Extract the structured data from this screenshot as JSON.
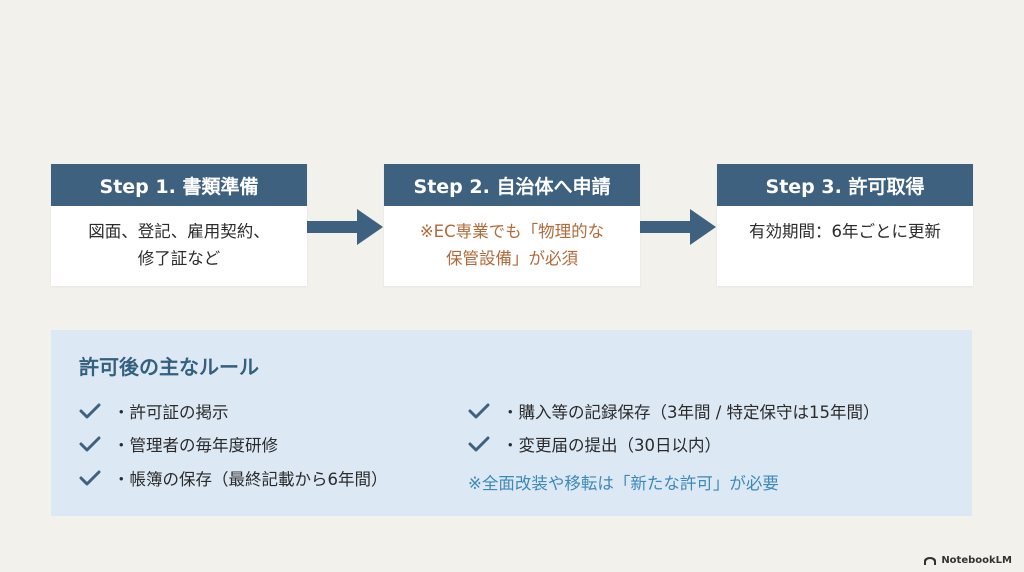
{
  "steps": [
    {
      "title": "Step 1. 書類準備",
      "lines": [
        "図面、登記、雇用契約、",
        "修了証など"
      ]
    },
    {
      "title": "Step 2. 自治体へ申請",
      "lines": [
        "※EC専業でも「物理的な",
        "保管設備」が必須"
      ]
    },
    {
      "title": "Step 3. 許可取得",
      "lines": [
        "有効期間：6年ごとに更新"
      ]
    }
  ],
  "rules": {
    "title": "許可後の主なルール",
    "left": [
      "・許可証の掲示",
      "・管理者の毎年度研修",
      "・帳簿の保存（最終記載から6年間）"
    ],
    "right": [
      "・購入等の記録保存（3年間 / 特定保守は15年間）",
      "・変更届の提出（30日以内）"
    ],
    "note": "※全面改装や移転は「新たな許可」が必要"
  },
  "brand": {
    "name": "NotebookLM",
    "icon": "notebooklm-logo-icon"
  },
  "colors": {
    "header": "#3f6180",
    "arrow": "#3f6180",
    "warning_text": "#b26a3a",
    "panel": "#dce8f4",
    "panel_title": "#34607f",
    "check": "#3f6180",
    "note": "#3d89b8",
    "background": "#f3f1ec"
  }
}
